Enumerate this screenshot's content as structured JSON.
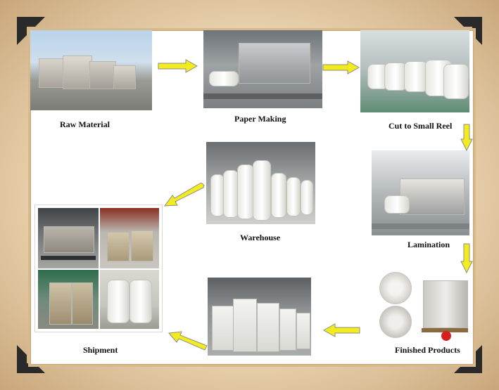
{
  "steps": {
    "raw_material": "Raw Material",
    "paper_making": "Paper Making",
    "cut_to_small_reel": "Cut to Small Reel",
    "lamination": "Lamination",
    "finished_products": "Finished Products",
    "warehouse": "Warehouse",
    "shipment": "Shipment"
  },
  "colors": {
    "arrow_fill": "#f2ec1e",
    "arrow_stroke": "#8c8c8c",
    "frame_border": "#d8b98c",
    "corner": "#2a2a2a"
  },
  "icons": {
    "badge": "red-circle-badge"
  }
}
